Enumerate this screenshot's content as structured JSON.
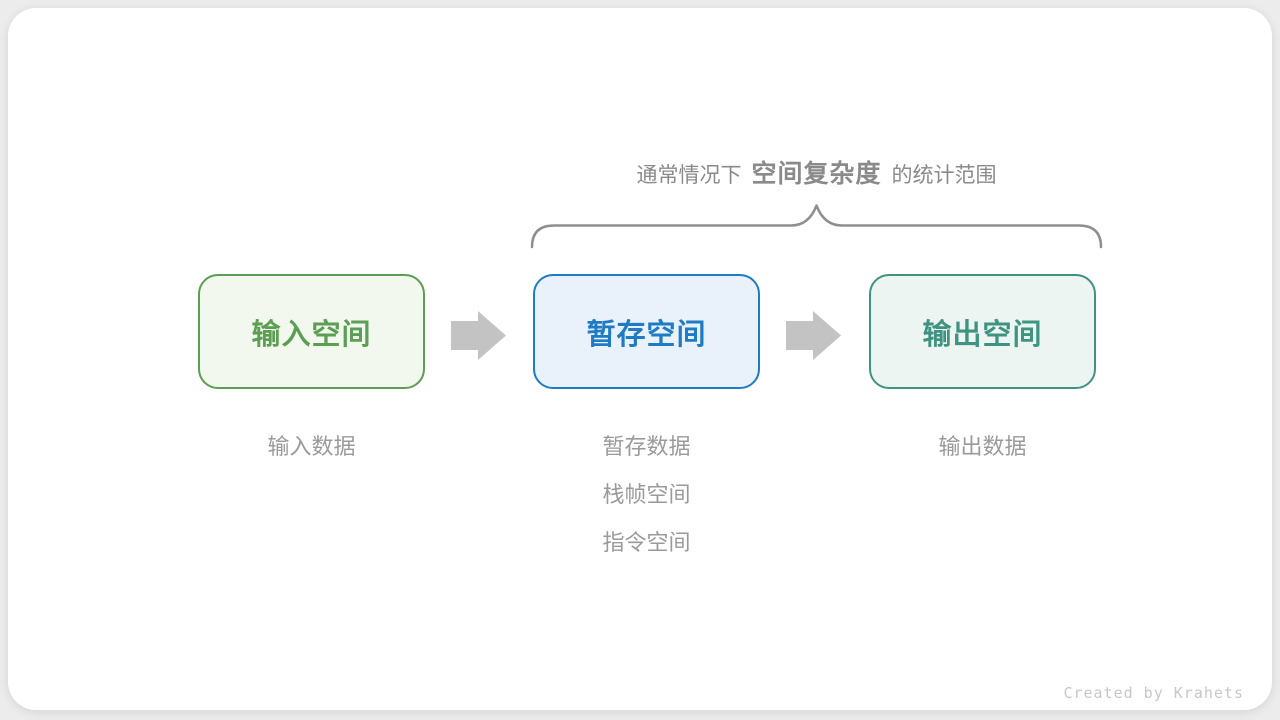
{
  "header": {
    "prefix": "通常情况下",
    "highlight": "空间复杂度",
    "suffix": "的统计范围"
  },
  "boxes": [
    {
      "label": "输入空间",
      "text_color": "#5c9e53",
      "border_color": "#5c9e53",
      "bg_color": "#f2f8ee"
    },
    {
      "label": "暂存空间",
      "text_color": "#1f7cc4",
      "border_color": "#1f7cc4",
      "bg_color": "#e9f2fb"
    },
    {
      "label": "输出空间",
      "text_color": "#3f9381",
      "border_color": "#3f9381",
      "bg_color": "#ecf5f1"
    }
  ],
  "notes": {
    "input": [
      "输入数据"
    ],
    "temp": [
      "暂存数据",
      "栈帧空间",
      "指令空间"
    ],
    "output": [
      "输出数据"
    ]
  },
  "icons": {
    "arrow": "right-block-arrow",
    "brace": "top-curly-brace"
  },
  "colors": {
    "arrow": "#c3c3c3",
    "brace": "#8f8f8f",
    "title_text": "#8a8a8a",
    "note_text": "#9a9a9a",
    "card_bg": "#ffffff",
    "page_bg": "#ececec",
    "credit_text": "#c7c7ca"
  },
  "footer": {
    "credit": "Created by Krahets"
  }
}
